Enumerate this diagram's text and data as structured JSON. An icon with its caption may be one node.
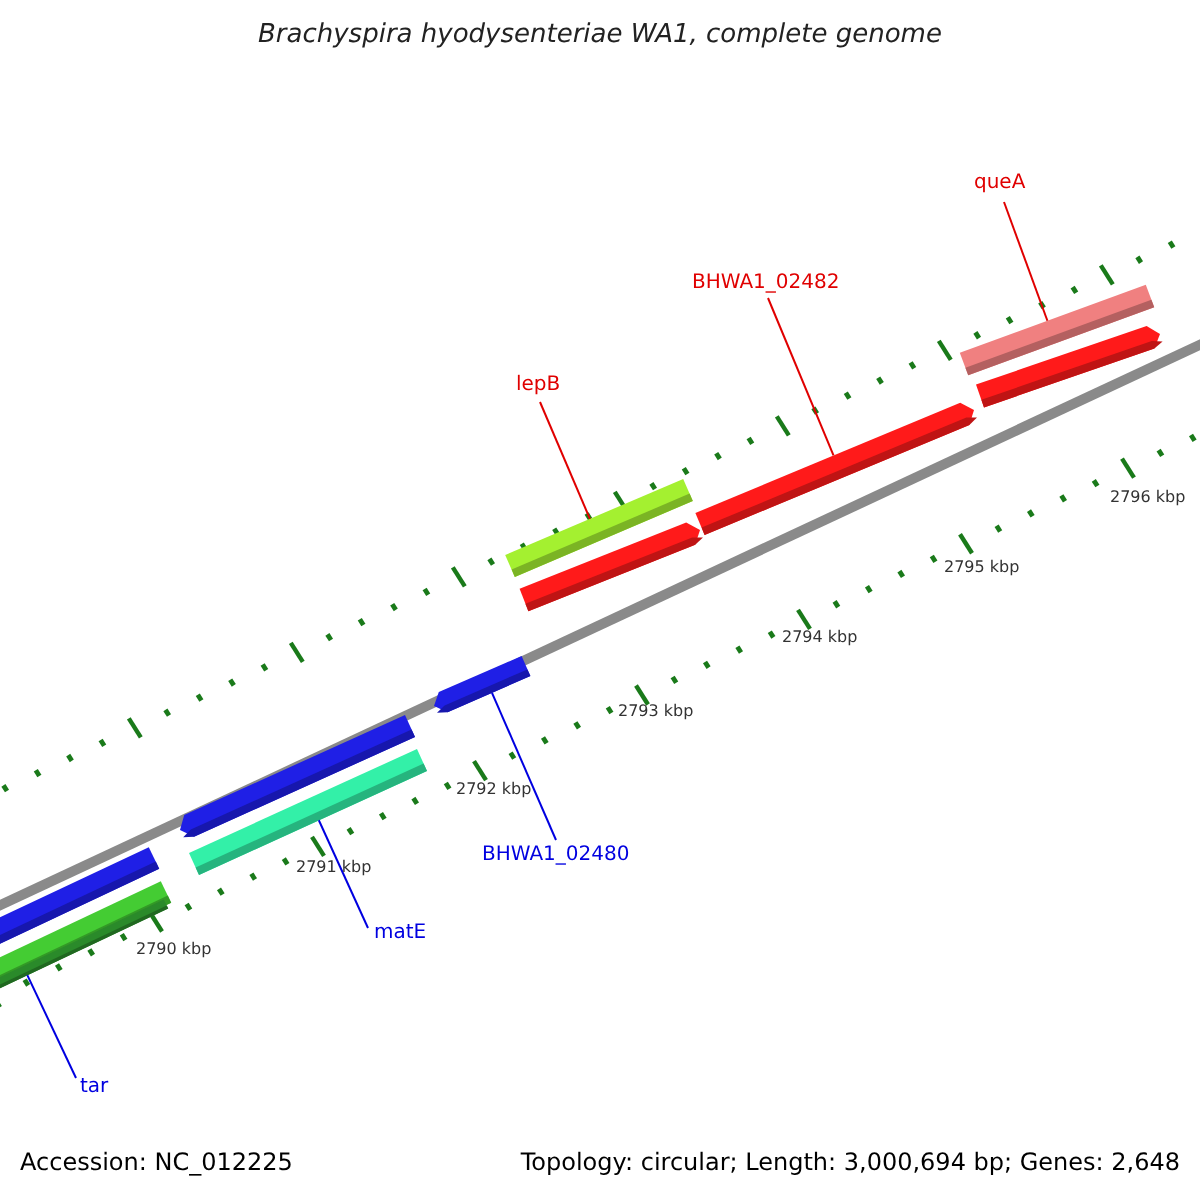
{
  "diagram": {
    "title": "Brachyspira hyodysenteriae WA1, complete genome",
    "nodes": [
      {
        "text": [
          "queA"
        ]
      },
      {
        "text": [],
        "shape": "bar"
      },
      {
        "text": [
          "BHWA1_02482"
        ]
      },
      {
        "text": [],
        "shape": "bar"
      },
      {
        "text": [
          "lepB"
        ]
      },
      {
        "text": [],
        "shape": "bar"
      },
      {
        "text": [],
        "shape": "bar"
      },
      {
        "text": [
          "BHWA1_02480"
        ]
      },
      {
        "text": [],
        "shape": "bar"
      },
      {
        "text": [
          "matE"
        ]
      },
      {
        "text": [],
        "shape": "bar"
      },
      {
        "text": [
          "tar"
        ]
      }
    ],
    "edges": [
      {
        "from": 0,
        "to": 1,
        "arrow": "none",
        "color": "#e00000"
      },
      {
        "from": 2,
        "to": 3,
        "arrow": "none",
        "color": "#e00000"
      },
      {
        "from": 4,
        "to": 5,
        "arrow": "none",
        "color": "#e00000"
      },
      {
        "from": 7,
        "to": 6,
        "arrow": "none",
        "color": "#0000e0"
      },
      {
        "from": 9,
        "to": 8,
        "arrow": "none",
        "color": "#0000e0"
      },
      {
        "from": 11,
        "to": 10,
        "arrow": "none",
        "color": "#0000e0"
      }
    ],
    "labels": [
      "2796 kbp",
      "2795 kbp",
      "2794 kbp",
      "2793 kbp",
      "2792 kbp",
      "2791 kbp",
      "2790 kbp",
      "Accession: NC_012225",
      "Topology: circular; Length: 3,000,694 bp; Genes: 2,648"
    ]
  }
}
